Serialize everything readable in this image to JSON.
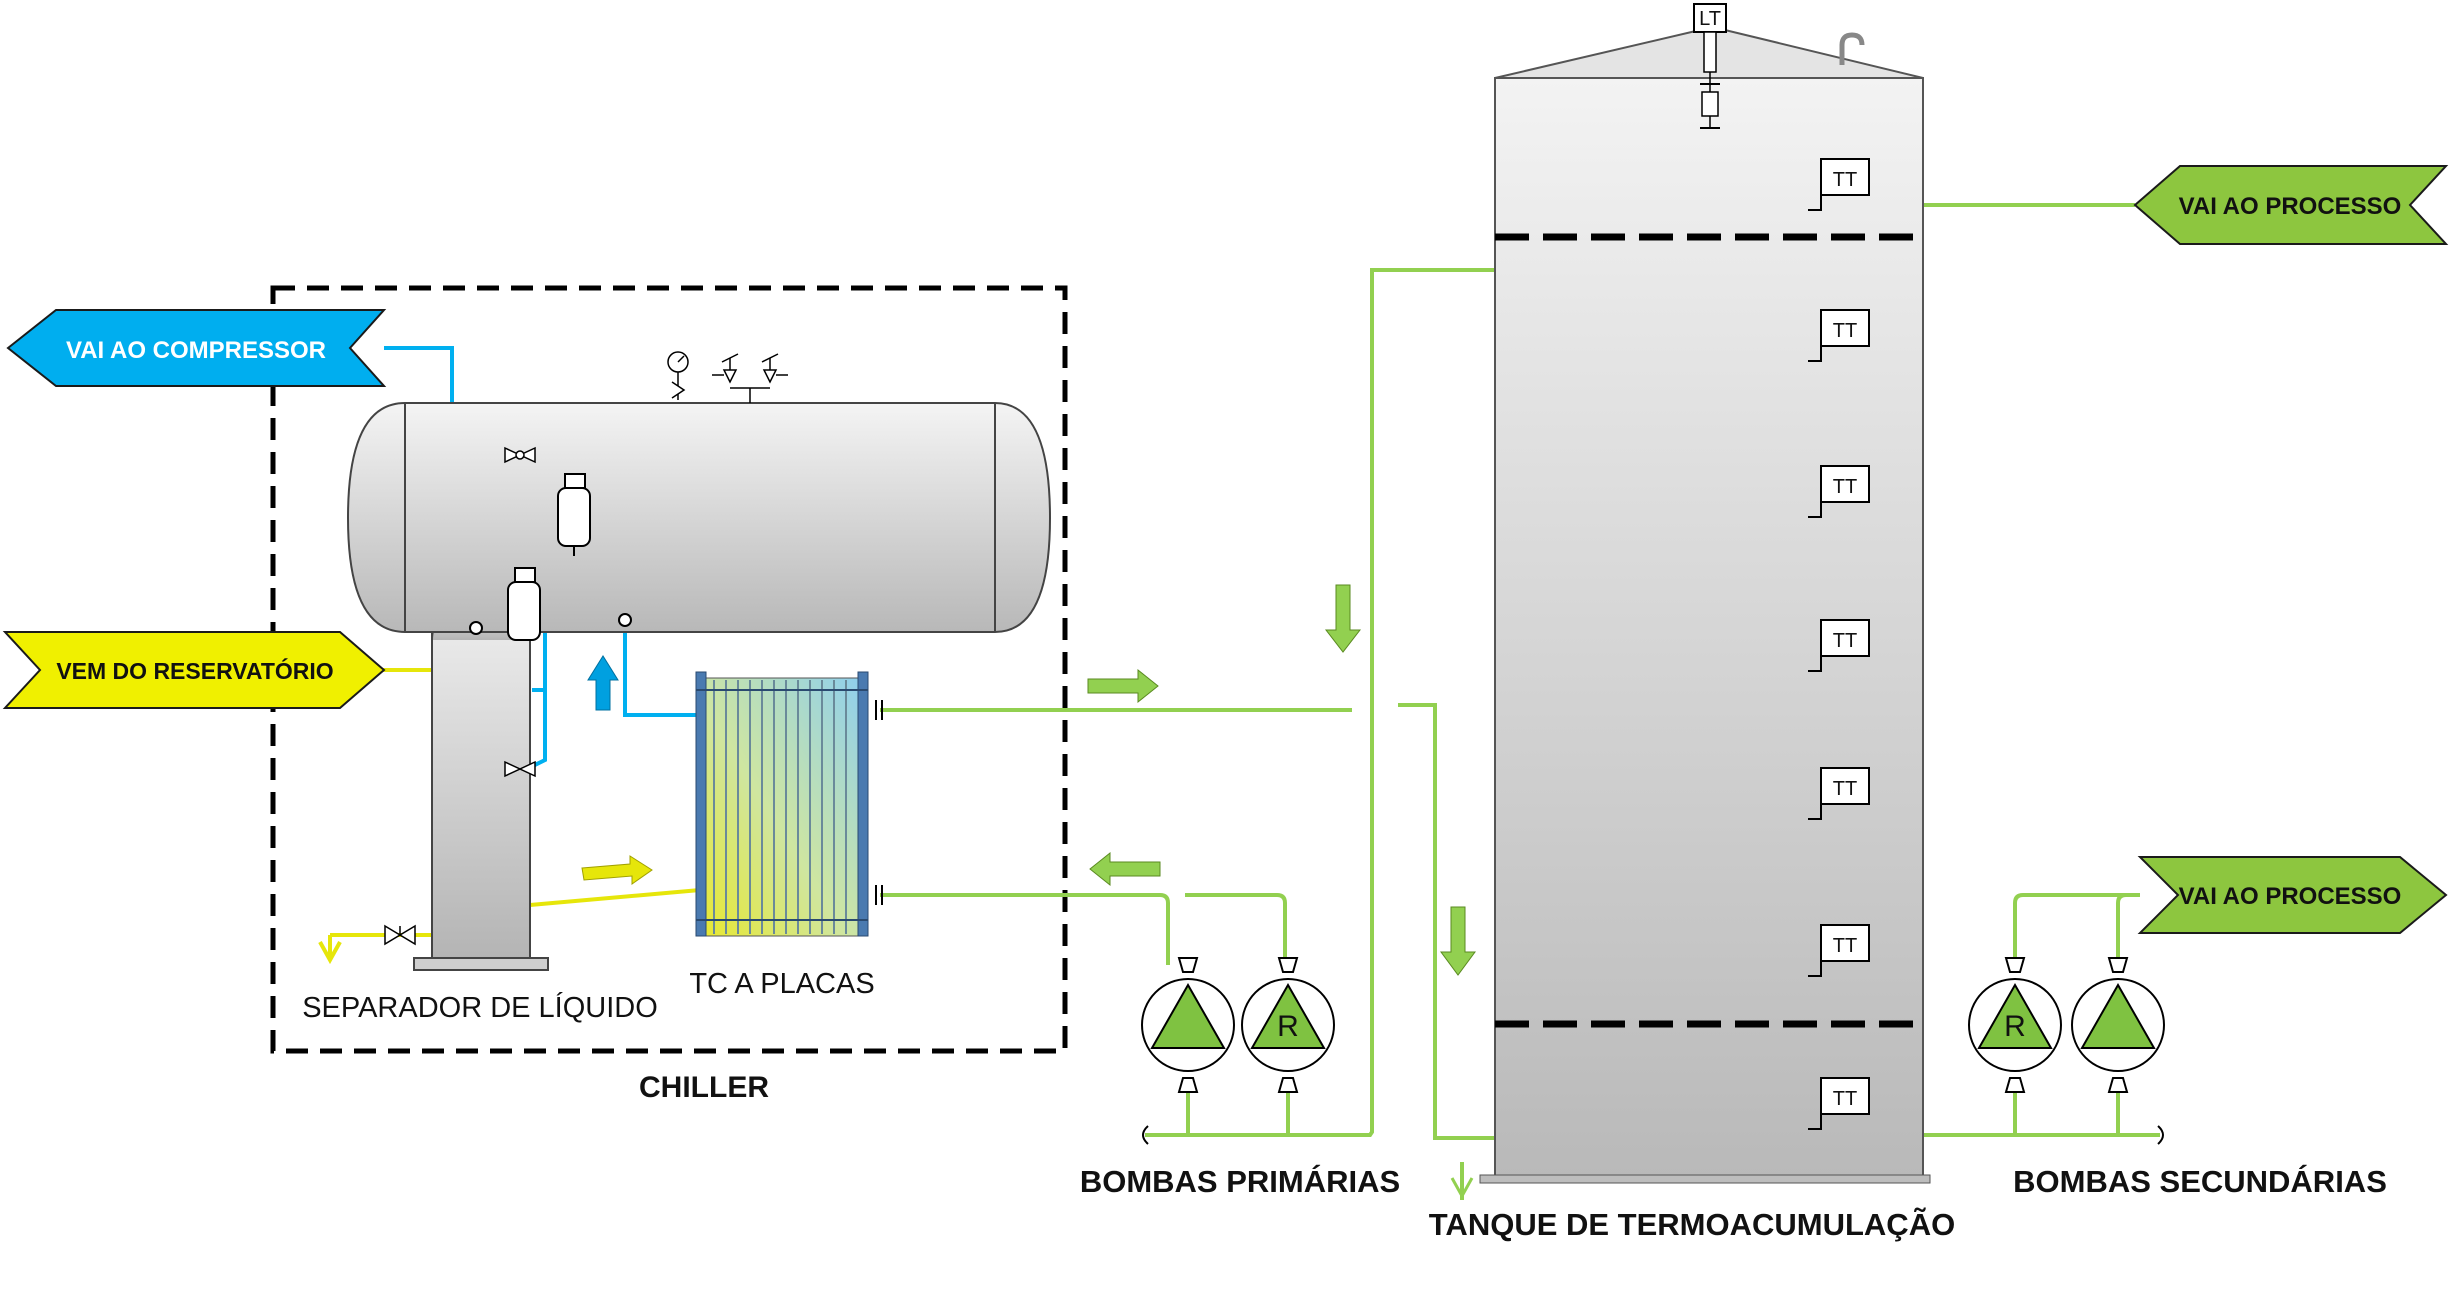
{
  "colors": {
    "compressor": "#00AEEF",
    "reservatorio": "#E8E800",
    "processo": "#8DC63F",
    "pipe_green": "#92D050",
    "pipe_blue": "#00B0F0",
    "pipe_yellow": "#E6E60A"
  },
  "arrows": {
    "compressor": "VAI AO COMPRESSOR",
    "reservatorio": "VEM DO RESERVATÓRIO",
    "processo_top": "VAI AO PROCESSO",
    "processo_bottom": "VAI AO PROCESSO"
  },
  "labels": {
    "separador": "SEPARADOR DE LÍQUIDO",
    "tc_placas": "TC A PLACAS",
    "chiller": "CHILLER",
    "bombas_primarias": "BOMBAS PRIMÁRIAS",
    "bombas_secundarias": "BOMBAS SECUNDÁRIAS",
    "tanque": "TANQUE DE TERMOACUMULAÇÃO"
  },
  "instruments": {
    "level": "LT",
    "temperature": [
      "TT",
      "TT",
      "TT",
      "TT",
      "TT",
      "TT",
      "TT"
    ]
  },
  "pumps": {
    "reserve_mark": "R"
  }
}
